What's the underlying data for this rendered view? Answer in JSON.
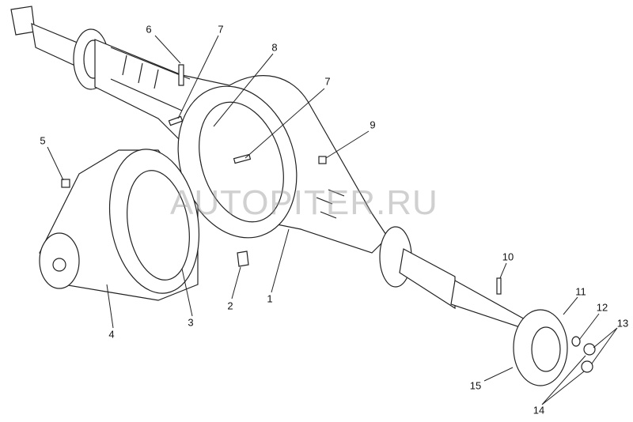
{
  "watermark": "AUTOPITER.RU",
  "callouts": [
    "1",
    "2",
    "3",
    "4",
    "5",
    "6",
    "7",
    "7",
    "8",
    "9",
    "10",
    "11",
    "12",
    "13",
    "14",
    "15"
  ]
}
